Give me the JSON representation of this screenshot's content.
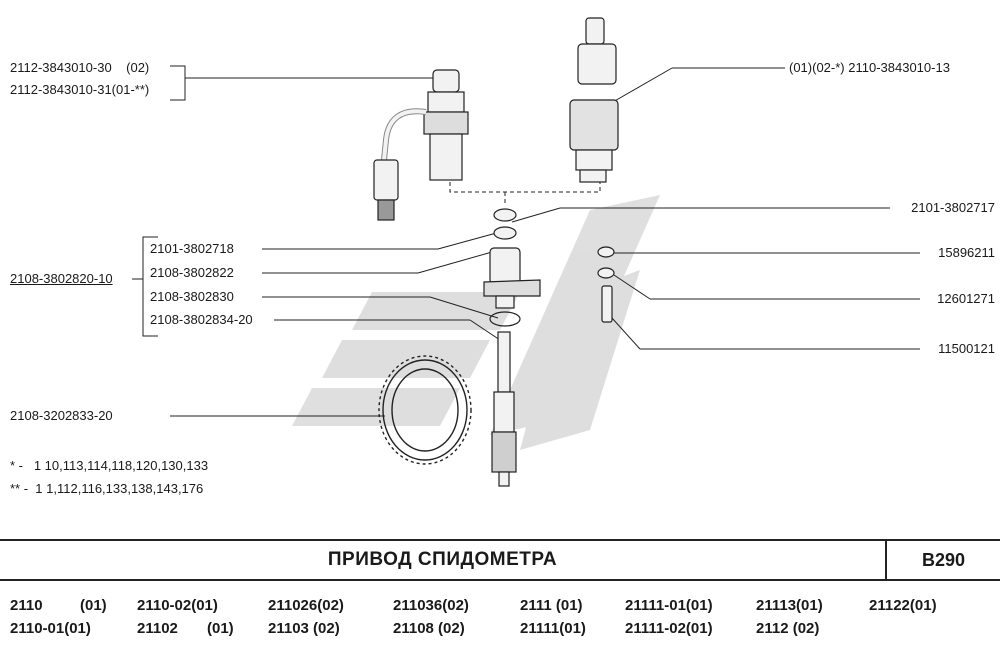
{
  "labels": {
    "top_left_1a": "2112-3843010-30",
    "top_left_1b": "(02)",
    "top_left_2": "2112-3843010-31(01-**)",
    "top_right": "(01)(02-*) 2110-3843010-13",
    "assembly": "2108-3802820-10",
    "part_a": "2101-3802718",
    "part_b": "2108-3802822",
    "part_c": "2108-3802830",
    "part_d": "2108-3802834-20",
    "gear": "2108-3202833-20",
    "right_1": "2101-3802717",
    "right_2": "15896211",
    "right_3": "12601271",
    "right_4": "11500121"
  },
  "notes": [
    {
      "mark": "*  -",
      "text": "1 10,113,114,118,120,130,133"
    },
    {
      "mark": "**  -",
      "text": "1 1,112,116,133,138,143,176"
    }
  ],
  "title": "ПРИВОД  СПИДОМЕТРА",
  "code": "B290",
  "models_row1": [
    "2110",
    "(01)",
    "2110-02(01)",
    "211026(02)",
    "211036(02)",
    "2111  (01)",
    "21111-01(01)",
    "21113(01)",
    "21122(01)"
  ],
  "models_row2": [
    "2110-01(01)",
    "21102",
    "(01)",
    "21103  (02)",
    "21108  (02)",
    "21111(01)",
    "21111-02(01)",
    "2112  (02)"
  ]
}
